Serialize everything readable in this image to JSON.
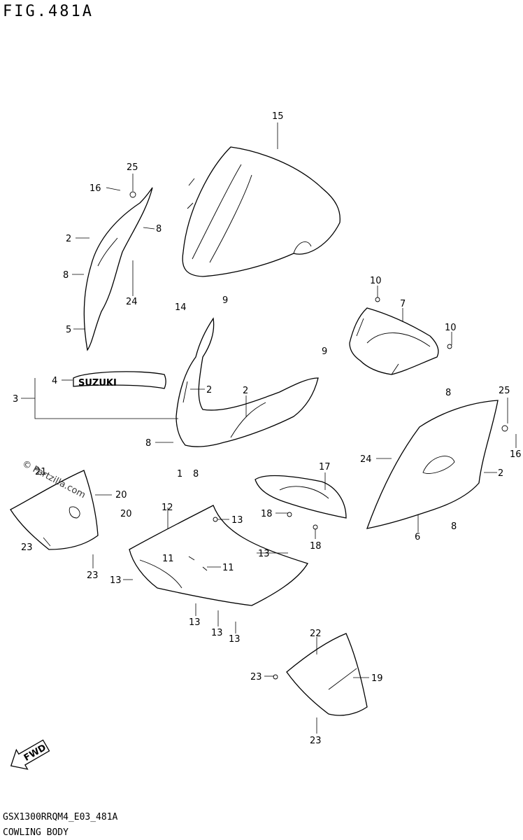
{
  "header": {
    "figure_title": "FIG.481A"
  },
  "footer": {
    "code": "GSX1300RRQM4_E03_481A",
    "subtitle": "COWLING BODY"
  },
  "watermark": "© Partzilla.com",
  "emblem_text": "SUZUKI",
  "fwd_arrow": {
    "label": "FWD",
    "icon": "fwd-arrow-icon"
  },
  "callouts": [
    {
      "id": "c15",
      "text": "15"
    },
    {
      "id": "c25a",
      "text": "25"
    },
    {
      "id": "c16a",
      "text": "16"
    },
    {
      "id": "c2a",
      "text": "2"
    },
    {
      "id": "c8a",
      "text": "8"
    },
    {
      "id": "c8b",
      "text": "8"
    },
    {
      "id": "c24a",
      "text": "24"
    },
    {
      "id": "c14",
      "text": "14"
    },
    {
      "id": "c5",
      "text": "5"
    },
    {
      "id": "c9a",
      "text": "9"
    },
    {
      "id": "c10a",
      "text": "10"
    },
    {
      "id": "c7",
      "text": "7"
    },
    {
      "id": "c10b",
      "text": "10"
    },
    {
      "id": "c9b",
      "text": "9"
    },
    {
      "id": "c4",
      "text": "4"
    },
    {
      "id": "c3",
      "text": "3"
    },
    {
      "id": "c2b",
      "text": "2"
    },
    {
      "id": "c2c",
      "text": "2"
    },
    {
      "id": "c8c",
      "text": "8"
    },
    {
      "id": "c1",
      "text": "1"
    },
    {
      "id": "c8d",
      "text": "8"
    },
    {
      "id": "c8e",
      "text": "8"
    },
    {
      "id": "c25b",
      "text": "25"
    },
    {
      "id": "c16b",
      "text": "16"
    },
    {
      "id": "c24b",
      "text": "24"
    },
    {
      "id": "c2d",
      "text": "2"
    },
    {
      "id": "c6",
      "text": "6"
    },
    {
      "id": "c8f",
      "text": "8"
    },
    {
      "id": "c17",
      "text": "17"
    },
    {
      "id": "c18a",
      "text": "18"
    },
    {
      "id": "c18b",
      "text": "18"
    },
    {
      "id": "c20a",
      "text": "20"
    },
    {
      "id": "c20b",
      "text": "20"
    },
    {
      "id": "c21",
      "text": "21"
    },
    {
      "id": "c23a",
      "text": "23"
    },
    {
      "id": "c23b",
      "text": "23"
    },
    {
      "id": "c12",
      "text": "12"
    },
    {
      "id": "c13a",
      "text": "13"
    },
    {
      "id": "c11a",
      "text": "11"
    },
    {
      "id": "c11b",
      "text": "11"
    },
    {
      "id": "c13b",
      "text": "13"
    },
    {
      "id": "c13c",
      "text": "13"
    },
    {
      "id": "c13d",
      "text": "13"
    },
    {
      "id": "c13e",
      "text": "13"
    },
    {
      "id": "c13f",
      "text": "13"
    },
    {
      "id": "c22",
      "text": "22"
    },
    {
      "id": "c23c",
      "text": "23"
    },
    {
      "id": "c19",
      "text": "19"
    },
    {
      "id": "c23d",
      "text": "23"
    }
  ]
}
